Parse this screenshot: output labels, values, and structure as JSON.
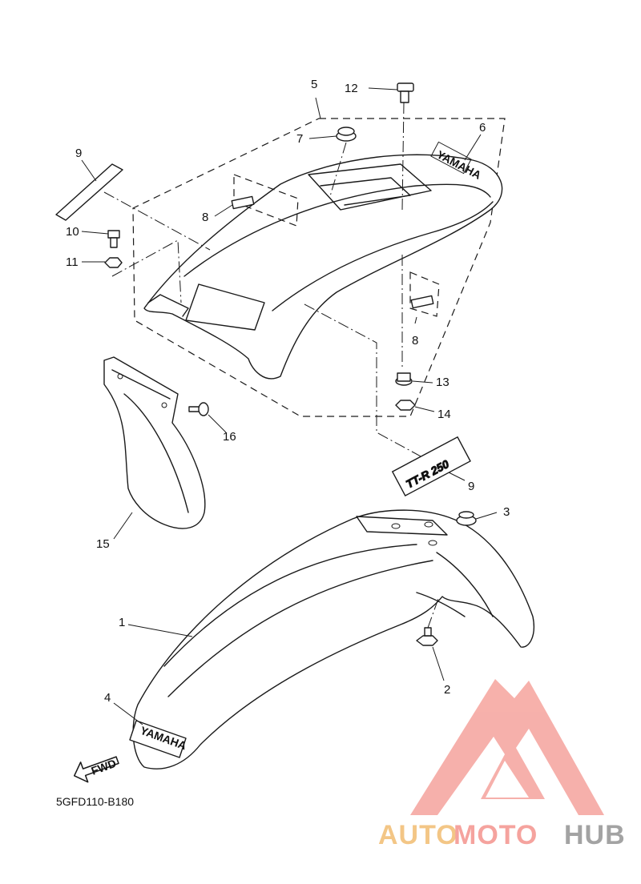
{
  "diagram": {
    "code": "5GFD110-B180",
    "fwd_label": "FWD",
    "callouts": {
      "c1": "1",
      "c2": "2",
      "c3": "3",
      "c4": "4",
      "c5": "5",
      "c6": "6",
      "c7": "7",
      "c8a": "8",
      "c8b": "8",
      "c9a": "9",
      "c9b": "9",
      "c10": "10",
      "c11": "11",
      "c12": "12",
      "c13": "13",
      "c14": "14",
      "c15": "15",
      "c16": "16"
    },
    "decals": {
      "yamaha_rear": "YAMAHA",
      "yamaha_front": "YAMAHA",
      "model": "TT-R 250"
    }
  },
  "watermark": {
    "brand_auto": "AUTO",
    "brand_moto": "MOTO",
    "brand_hub": "HUB",
    "colors": {
      "auto": "#f2c07a",
      "moto": "#f49a94",
      "hub": "#9a9a9a",
      "logo": "#f6a8a2"
    }
  }
}
